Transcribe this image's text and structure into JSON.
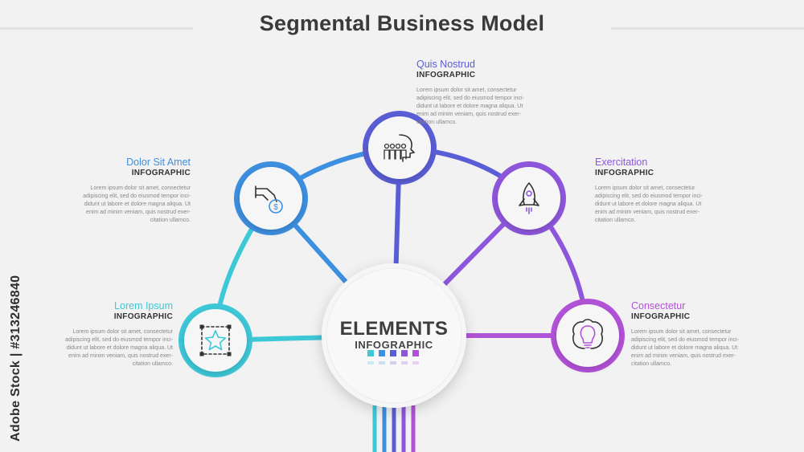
{
  "title": "Segmental Business Model",
  "center": {
    "main": "ELEMENTS",
    "sub": "INFOGRAPHIC"
  },
  "watermark": "Adobe Stock | #313246840",
  "nodes": [
    {
      "name": "Lorem Ipsum",
      "label": "INFOGRAPHIC",
      "icon": "star-icon",
      "color": "#3dc8d8",
      "text": [
        "Lorem ipsum dolor sit amet, consectetur",
        "adipiscing elit, sed do eiusmod tempor inci-",
        "didunt ut labore et dolore magna aliqua. Ut",
        "enim ad minim veniam, quis nostrud exer-",
        "citation ullamco."
      ]
    },
    {
      "name": "Dolor Sit Amet",
      "label": "INFOGRAPHIC",
      "icon": "hand-coin-icon",
      "color": "#3d8fe0",
      "text": [
        "Lorem ipsum dolor sit amet, consectetur",
        "adipiscing elit, sed do eiusmod tempor inci-",
        "didunt ut labore et dolore magna aliqua. Ut",
        "enim ad minim veniam, quis nostrud exer-",
        "citation ullamco."
      ]
    },
    {
      "name": "Quis Nostrud",
      "label": "INFOGRAPHIC",
      "icon": "team-head-icon",
      "color": "#5a5ed6",
      "text": [
        "Lorem ipsum dolor sit amet, consectetur",
        "adipiscing elit, sed do eiusmod tempor inci-",
        "didunt ut labore et dolore magna aliqua. Ut",
        "enim ad minim veniam, quis nostrud exer-",
        "citation ullamco."
      ]
    },
    {
      "name": "Exercitation",
      "label": "INFOGRAPHIC",
      "icon": "rocket-icon",
      "color": "#8e56dc",
      "text": [
        "Lorem ipsum dolor sit amet, consectetur",
        "adipiscing elit, sed do eiusmod tempor inci-",
        "didunt ut labore et dolore magna aliqua. Ut",
        "enim ad minim veniam, quis nostrud exer-",
        "citation ullamco."
      ]
    },
    {
      "name": "Consectetur",
      "label": "INFOGRAPHIC",
      "icon": "brain-bulb-icon",
      "color": "#b252d8",
      "text": [
        "Lorem ipsum dolor sit amet, consectetur",
        "adipiscing elit, sed do eiusmod tempor inci-",
        "didunt ut labore et dolore magna aliqua. Ut",
        "enim ad minim veniam, quis nostrud exer-",
        "citation ullamco."
      ]
    }
  ],
  "colors": {
    "dots": [
      "#3dc8d8",
      "#3d8fe0",
      "#5a5ed6",
      "#8e56dc",
      "#b252d8"
    ]
  }
}
